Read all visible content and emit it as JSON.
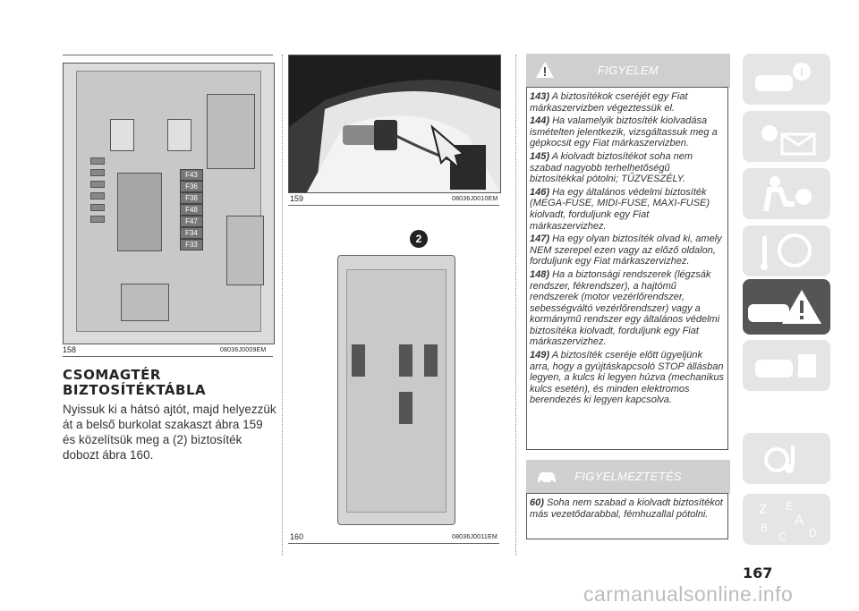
{
  "figures": {
    "f158": {
      "number": "158",
      "code": "08036J0009EM",
      "fuse_labels": [
        "F43",
        "F36",
        "F38",
        "F48",
        "F47",
        "F34",
        "F33"
      ]
    },
    "f159": {
      "number": "159",
      "code": "08036J0010EM"
    },
    "f160": {
      "number": "160",
      "code": "08036J0011EM",
      "marker": "2"
    }
  },
  "section": {
    "title_line1": "CSOMAGTÉR",
    "title_line2": "BIZTOSÍTÉKTÁBLA",
    "body": "Nyissuk ki a hátsó ajtót, majd helyezzük át a belső burkolat szakaszt ábra 159 és közelítsük meg a (2) biztosíték dobozt ábra 160."
  },
  "warning": {
    "title": "FIGYELEM",
    "items": [
      {
        "num": "143)",
        "text": "A biztosítékok cseréjét egy Fiat márkaszervizben végeztessük el."
      },
      {
        "num": "144)",
        "text": "Ha valamelyik biztosíték kiolvadása ismételten jelentkezik, vizsgáltassuk meg a gépkocsit egy Fiat márkaszervizben."
      },
      {
        "num": "145)",
        "text": "A kiolvadt biztosítékot soha nem szabad nagyobb terhelhetőségű biztosítékkal pótolni; TŰZVESZÉLY."
      },
      {
        "num": "146)",
        "text": "Ha egy általános védelmi biztosíték (MEGA-FUSE, MIDI-FUSE, MAXI-FUSE) kiolvadt, forduljunk egy Fiat márkaszervizhez."
      },
      {
        "num": "147)",
        "text": "Ha egy olyan biztosíték olvad ki, amely NEM szerepel ezen vagy az előző oldalon, forduljunk egy Fiat márkaszervizhez."
      },
      {
        "num": "148)",
        "text": "Ha a biztonsági rendszerek (légzsák rendszer, fékrendszer), a hajtómű rendszerek (motor vezérlőrendszer, sebességváltó vezérlőrendszer) vagy a kormánymű rendszer egy általános védelmi biztosítéka kiolvadt, forduljunk egy Fiat márkaszervizhez."
      },
      {
        "num": "149)",
        "text": "A biztosíték cseréje előtt ügyeljünk arra, hogy a gyújtáskapcsoló STOP állásban legyen, a kulcs ki legyen húzva (mechanikus kulcs esetén), és minden elektromos berendezés ki legyen kapcsolva."
      }
    ]
  },
  "caution": {
    "title": "FIGYELMEZTETÉS",
    "items": [
      {
        "num": "60)",
        "text": "Soha nem szabad a kiolvadt biztosítékot más vezetődarabbal, fémhuzallal pótolni."
      }
    ]
  },
  "page_number": "167",
  "watermark": "carmanualsonline.info",
  "side_tabs": [
    "info-car-icon",
    "dashboard-light-mail-icon",
    "seatbelt-airbag-icon",
    "steering-key-icon",
    "breakdown-triangle-icon",
    "car-service-icon",
    "media-navigation-icon",
    "alphabet-index-icon"
  ]
}
